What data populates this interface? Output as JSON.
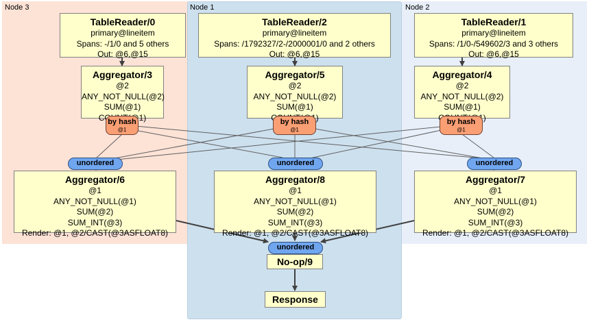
{
  "regions": {
    "node3": {
      "label": "Node 3",
      "color": "#fde2d6"
    },
    "node1": {
      "label": "Node 1",
      "color": "#cde0ee"
    },
    "node2": {
      "label": "Node 2",
      "color": "#e8eff9"
    }
  },
  "processors": {
    "tr0": {
      "title": "TableReader/0",
      "lines": [
        "primary@lineitem",
        "Spans: -/1/0 and 5 others",
        "Out: @6,@15"
      ]
    },
    "tr2": {
      "title": "TableReader/2",
      "lines": [
        "primary@lineitem",
        "Spans: /1792327/2-/2000001/0 and 2 others",
        "Out: @6,@15"
      ]
    },
    "tr1": {
      "title": "TableReader/1",
      "lines": [
        "primary@lineitem",
        "Spans: /1/0-/549602/3 and 3 others",
        "Out: @6,@15"
      ]
    },
    "ag3": {
      "title": "Aggregator/3",
      "lines": [
        "@2",
        "ANY_NOT_NULL(@2)",
        "SUM(@1)",
        "COUNT(@1)"
      ]
    },
    "ag5": {
      "title": "Aggregator/5",
      "lines": [
        "@2",
        "ANY_NOT_NULL(@2)",
        "SUM(@1)",
        "COUNT(@1)"
      ]
    },
    "ag4": {
      "title": "Aggregator/4",
      "lines": [
        "@2",
        "ANY_NOT_NULL(@2)",
        "SUM(@1)",
        "COUNT(@1)"
      ]
    },
    "ag6": {
      "title": "Aggregator/6",
      "lines": [
        "@1",
        "ANY_NOT_NULL(@1)",
        "SUM(@2)",
        "SUM_INT(@3)",
        "Render: @1, @2/CAST(@3ASFLOAT8)"
      ]
    },
    "ag8": {
      "title": "Aggregator/8",
      "lines": [
        "@1",
        "ANY_NOT_NULL(@1)",
        "SUM(@2)",
        "SUM_INT(@3)",
        "Render: @1, @2/CAST(@3ASFLOAT8)"
      ]
    },
    "ag7": {
      "title": "Aggregator/7",
      "lines": [
        "@1",
        "ANY_NOT_NULL(@1)",
        "SUM(@2)",
        "SUM_INT(@3)",
        "Render: @1, @2/CAST(@3ASFLOAT8)"
      ]
    },
    "noop": {
      "title": "No-op/9"
    },
    "resp": {
      "title": "Response"
    }
  },
  "routers": [
    {
      "label": "by hash",
      "sub": "@1"
    },
    {
      "label": "by hash",
      "sub": "@1"
    },
    {
      "label": "by hash",
      "sub": "@1"
    }
  ],
  "syncs": [
    "unordered",
    "unordered",
    "unordered",
    "unordered"
  ],
  "colors": {
    "box_fill": "#ffffcc",
    "hash_fill": "#fa9f74",
    "sync_fill": "#70a6ef",
    "edge": "#404040"
  }
}
